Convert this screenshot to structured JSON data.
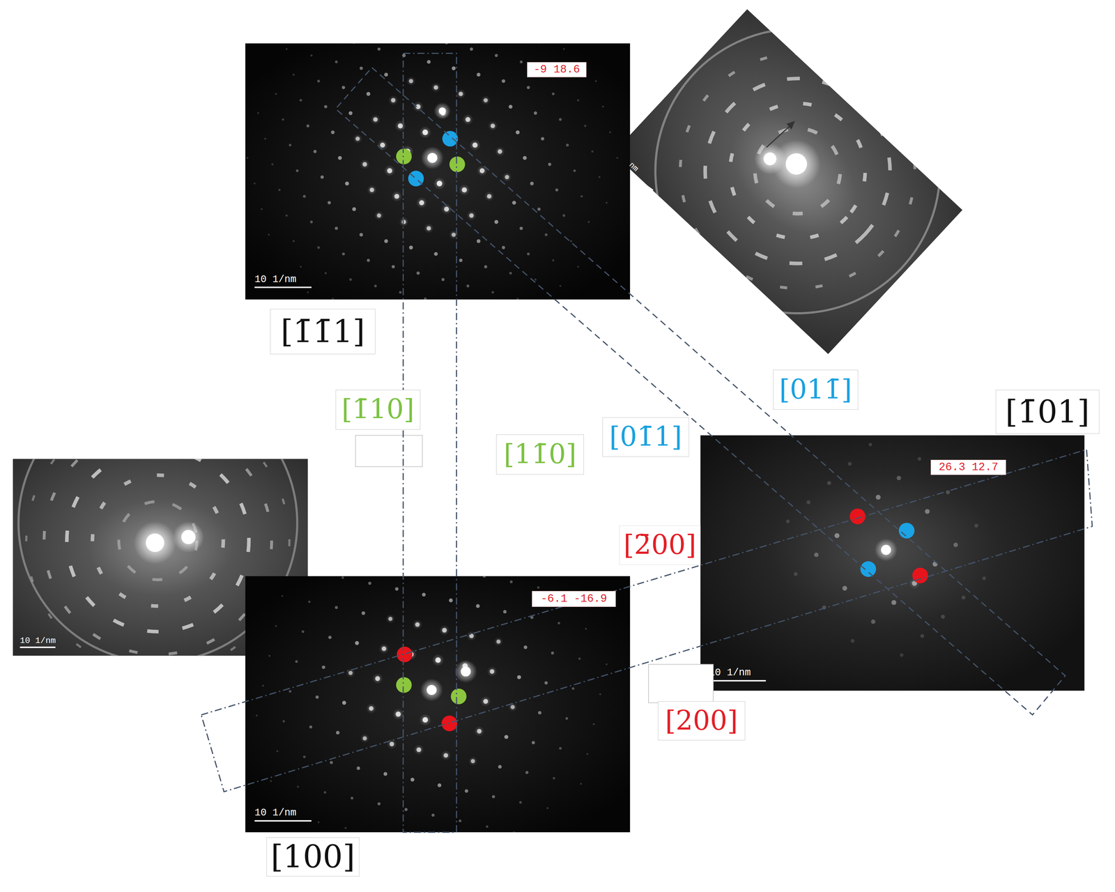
{
  "diagram": {
    "nodes": [
      {
        "text": [
          "-9 18.6"
        ]
      },
      {
        "text": [
          "[1̄1̄1]"
        ]
      },
      {
        "text": [
          "[1̄10]"
        ]
      },
      {
        "text": [
          "[11̄0]"
        ]
      },
      {
        "text": [
          "[01̄1]"
        ]
      },
      {
        "text": [
          "[011̄]"
        ]
      },
      {
        "text": [
          "[1̄01]"
        ]
      },
      {
        "text": [
          "26.3 12.7"
        ]
      },
      {
        "text": [
          "[2̄00]"
        ]
      },
      {
        "text": [
          "-6.1 -16.9"
        ]
      },
      {
        "text": [
          "[200]"
        ]
      },
      {
        "text": [
          "[100]"
        ]
      }
    ],
    "labels": [
      "10 1/nm",
      "nm",
      "10 1/nm",
      "10 1/nm",
      "10 1/nm"
    ]
  }
}
